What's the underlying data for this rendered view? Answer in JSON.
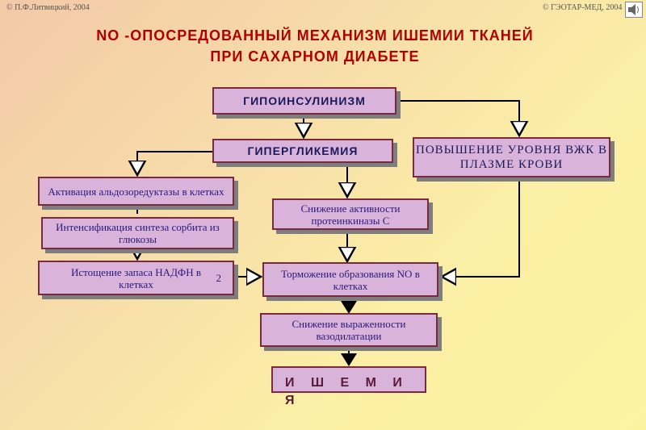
{
  "header": {
    "copyright_left": "© П.Ф.Литвицкий, 2004",
    "copyright_right": "© ГЭОТАР-МЕД, 2004"
  },
  "title": {
    "line1": "NO -ОПОСРЕДОВАННЫЙ  МЕХАНИЗМ  ИШЕМИИ  ТКАНЕЙ",
    "line2": "ПРИ  САХАРНОМ  ДИАБЕТЕ"
  },
  "nodes": {
    "hypoinsulinism": "ГИПОИНСУЛИНИЗМ",
    "hyperglycemia": "ГИПЕРГЛИКЕМИЯ",
    "ffa_increase": "ПОВЫШЕНИЕ УРОВНЯ ВЖК В ПЛАЗМЕ КРОВИ",
    "aldose_reductase": "Активация альдозоредуктазы в клетках",
    "sorbitol_synthesis": "Интенсификация синтеза сорбита из глюкозы",
    "nadph_depletion": "Истощение запаса НАДФН в клетках",
    "nadph_number": "2",
    "pkc_decrease": "Снижение активности протеинкиназы С",
    "no_inhibition": "Торможение образования NO  в клетках",
    "vasodilation_decrease": "Снижение выраженности вазодилатации",
    "ischemia": "И Ш Е М И Я"
  },
  "colors": {
    "box_fill": "#d9b3da",
    "box_border": "#7a2a3e",
    "arrow": "#000000",
    "title": "#b00000"
  }
}
